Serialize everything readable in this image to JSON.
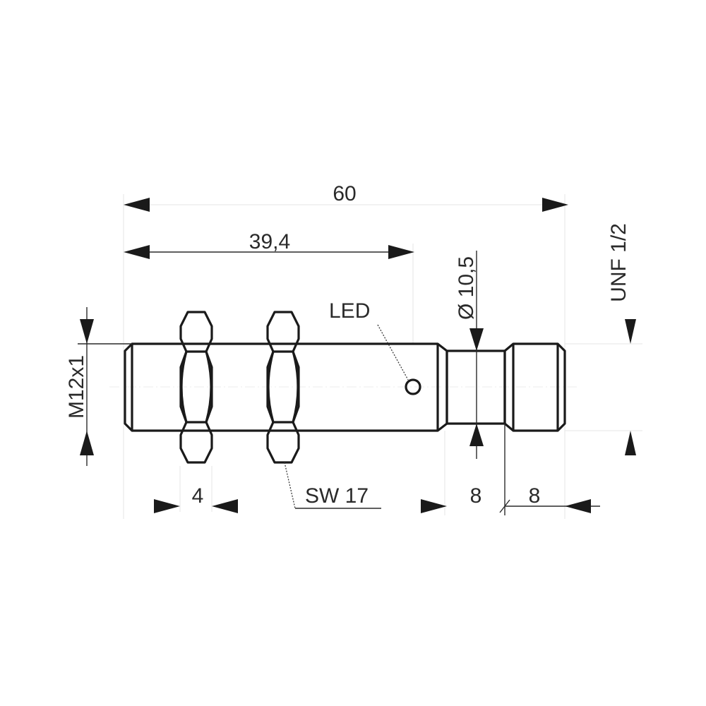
{
  "drawing": {
    "type": "inductive proximity sensor dimension drawing",
    "parts": [
      "threaded-body",
      "lock-nut-1",
      "lock-nut-2",
      "led-indicator",
      "neck",
      "connector-thread"
    ]
  },
  "dimensions": {
    "overall_length": "60",
    "threaded_length": "39,4",
    "thread_size": "M12x1",
    "connector_thread": "UNF 1/2",
    "neck_diameter": "Ø 10,5",
    "nut_width": "4",
    "wrench_size": "SW 17",
    "neck_length": "8",
    "connector_length": "8"
  },
  "labels": {
    "led": "LED"
  }
}
